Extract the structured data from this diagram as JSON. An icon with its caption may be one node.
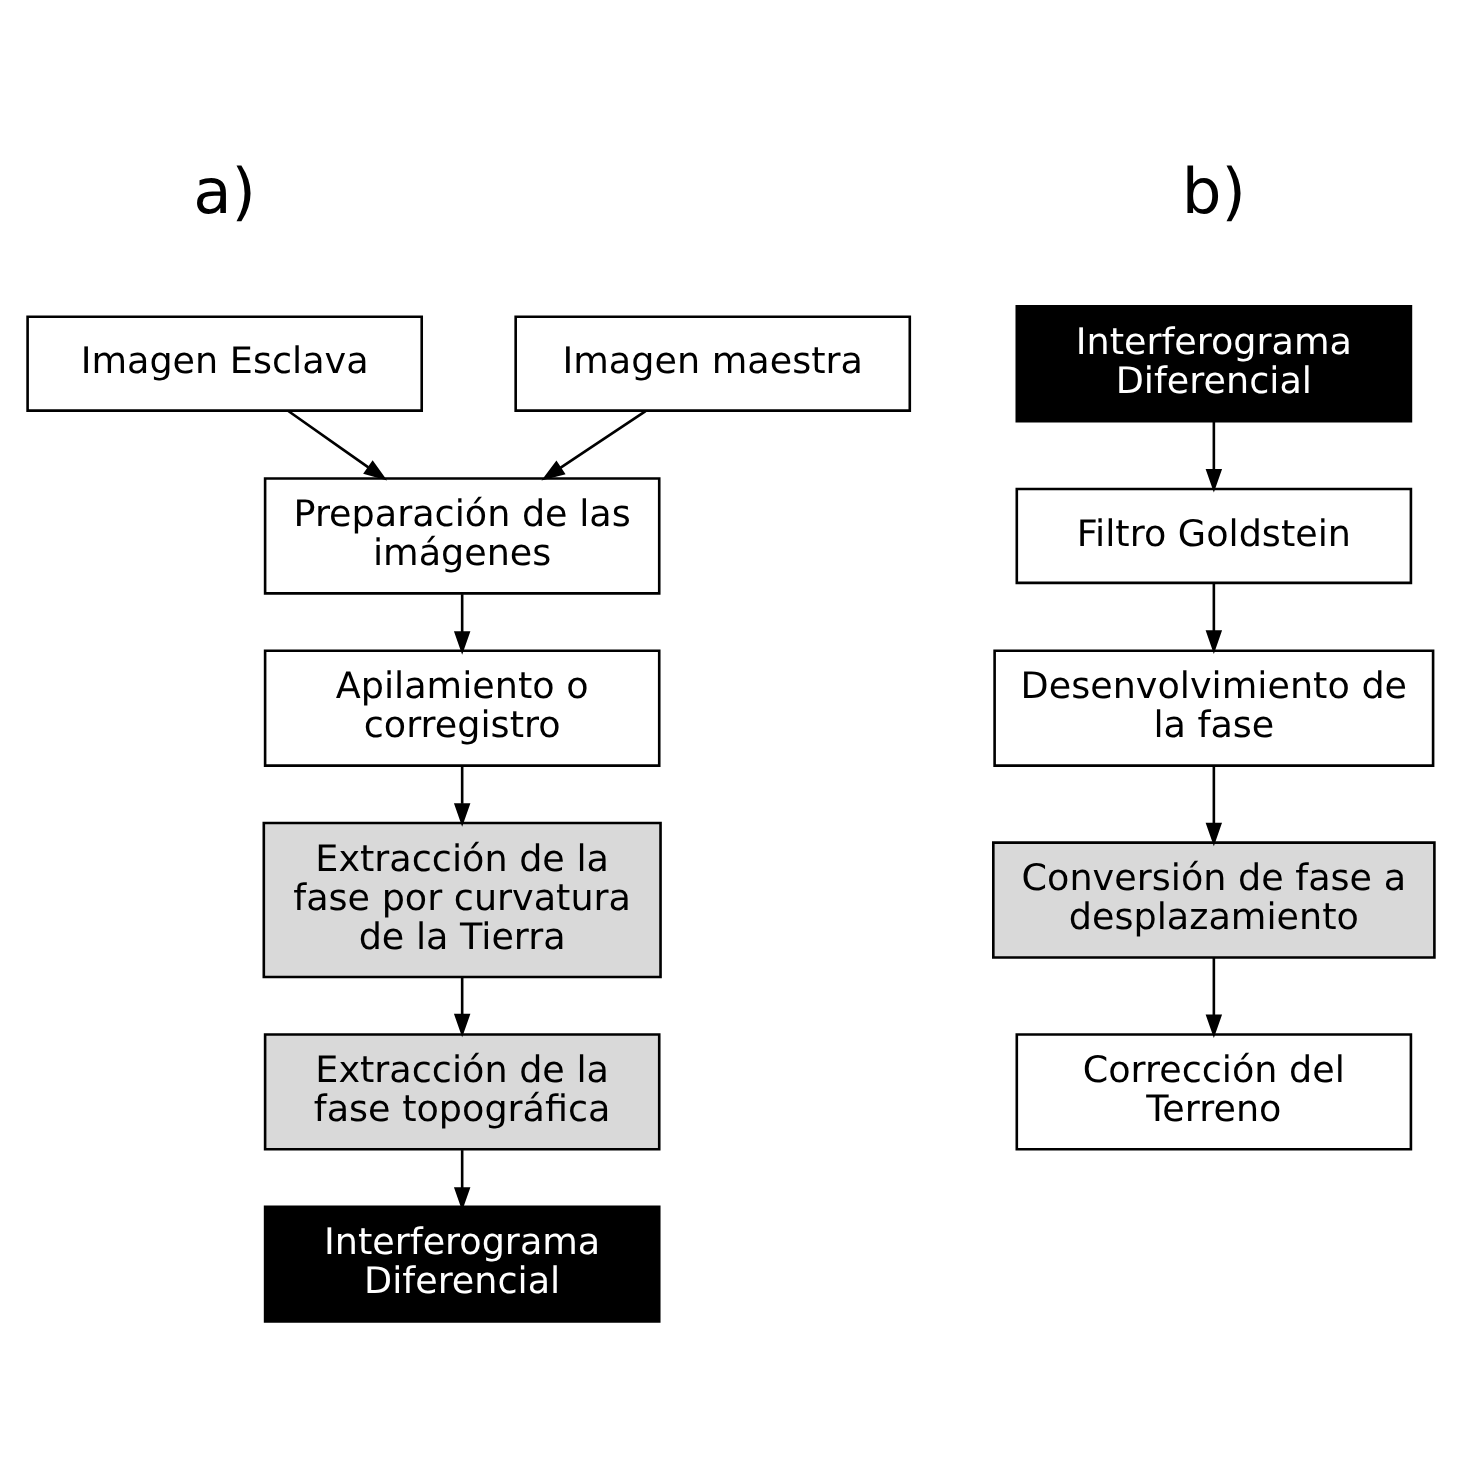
{
  "diagram": {
    "nodes": [
      {
        "text": [
          "Imagen Esclava"
        ]
      },
      {
        "text": [
          "Imagen maestra"
        ]
      },
      {
        "text": [
          "Preparación de las imágenes"
        ]
      },
      {
        "text": [
          "Apilamiento o corregistro"
        ]
      },
      {
        "text": [
          "Extracción de la fase por curvatura de la Tierra"
        ]
      },
      {
        "text": [
          "Extracción de la fase topográfica"
        ]
      },
      {
        "text": [
          "Interferograma Diferencial"
        ]
      },
      {
        "text": [
          "Interferograma Diferencial"
        ]
      },
      {
        "text": [
          "Filtro Goldstein"
        ]
      },
      {
        "text": [
          "Desenvolvimiento de la fase"
        ]
      },
      {
        "text": [
          "Conversión de fase a desplazamiento"
        ]
      },
      {
        "text": [
          "Corrección del Terreno"
        ]
      }
    ],
    "edges": [
      {
        "from": 0,
        "to": 2,
        "arrow": "to"
      },
      {
        "from": 1,
        "to": 2,
        "arrow": "to"
      },
      {
        "from": 2,
        "to": 3,
        "arrow": "to"
      },
      {
        "from": 3,
        "to": 4,
        "arrow": "to"
      },
      {
        "from": 4,
        "to": 5,
        "arrow": "to"
      },
      {
        "from": 5,
        "to": 7,
        "arrow": "to"
      },
      {
        "from": 6,
        "to": 8,
        "arrow": "to"
      },
      {
        "from": 8,
        "to": 9,
        "arrow": "to"
      },
      {
        "from": 9,
        "to": 10,
        "arrow": "to"
      },
      {
        "from": 10,
        "to": 11,
        "arrow": "to"
      }
    ],
    "labels": [
      "a)",
      "b)"
    ]
  }
}
